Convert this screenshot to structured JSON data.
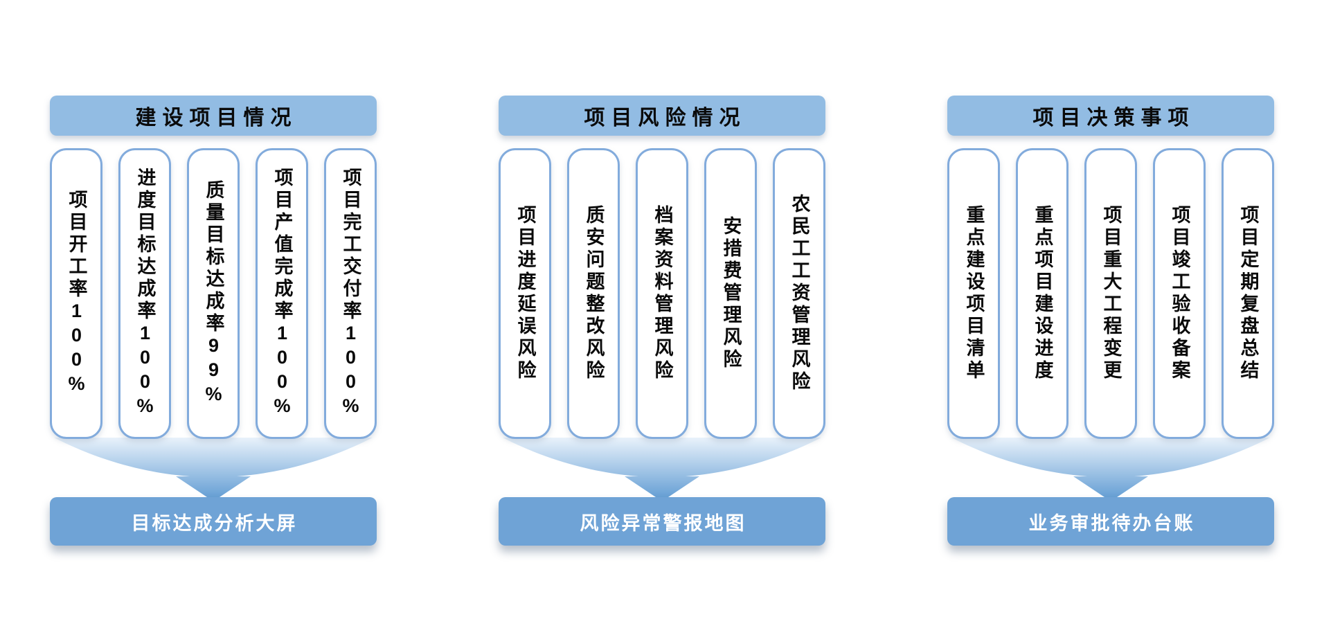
{
  "groups": [
    {
      "header": "建设项目情况",
      "cards": [
        "项目开工率100%",
        "进度目标达成率100%",
        "质量目标达成率99%",
        "项目产值完成率100%",
        "项目完工交付率100%"
      ],
      "footer": "目标达成分析大屏"
    },
    {
      "header": "项目风险情况",
      "cards": [
        "项目进度延误风险",
        "质安问题整改风险",
        "档案资料管理风险",
        "安措费管理风险",
        "农民工工资管理风险"
      ],
      "footer": "风险异常警报地图"
    },
    {
      "header": "项目决策事项",
      "cards": [
        "重点建设项目清单",
        "重点项目建设进度",
        "项目重大工程变更",
        "项目竣工验收备案",
        "项目定期复盘总结"
      ],
      "footer": "业务审批待办台账"
    }
  ],
  "colors": {
    "header_bg": "#92BCE3",
    "header_text": "#0A0A0A",
    "card_border": "#82ABDC",
    "card_bg": "#FFFFFF",
    "card_text": "#0A0A0A",
    "arrow_top": "#E9F2FB",
    "arrow_bottom": "#5E9AD2",
    "footer_bg": "#6FA3D6",
    "footer_text": "#FFFFFF",
    "page_bg": "#FFFFFF"
  }
}
